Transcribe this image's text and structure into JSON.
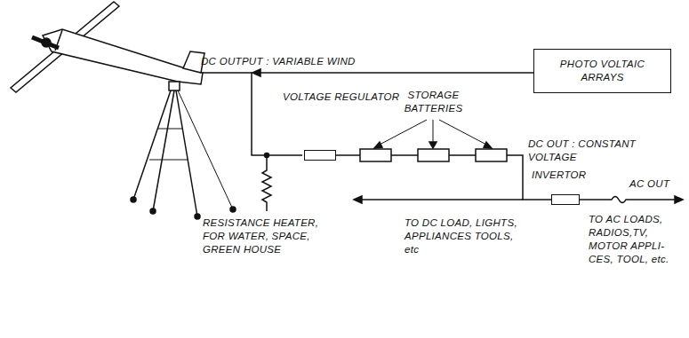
{
  "diagram": {
    "nodes": [
      {
        "text": [
          "PHOTO VOLTAIC ARRAYS"
        ]
      },
      {
        "text": [
          "VOLTAGE REGULATOR"
        ]
      },
      {
        "text": [
          "INVERTOR"
        ]
      }
    ],
    "edges": [
      {
        "from": 1,
        "to": 2,
        "arrow": "none"
      }
    ],
    "labels": [
      "DC OUTPUT : VARIABLE WIND",
      "STORAGE BATTERIES",
      "DC OUT : CONSTANT VOLTAGE",
      "AC OUT",
      "TO DC LOAD, LIGHTS, APPLIANCES TOOLS, etc",
      "TO AC LOADS, RADIOS,TV, MOTOR APPLI- CES, TOOL, etc.",
      "RESISTANCE HEATER, FOR WATER, SPACE, GREEN HOUSE"
    ]
  }
}
